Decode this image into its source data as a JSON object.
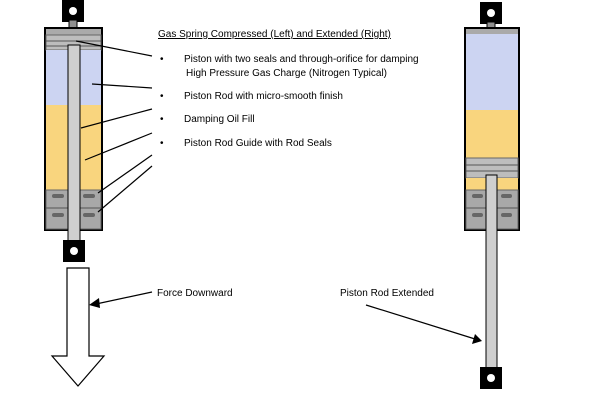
{
  "title": "Gas Spring Compressed (Left) and Extended (Right)",
  "bullet_glyph": "•",
  "labels": {
    "piston_line1": "Piston with two seals and through-orifice for damping",
    "piston_line2": "High Pressure Gas Charge (Nitrogen Typical)",
    "rod": "Piston Rod with micro-smooth finish",
    "oil": "Damping Oil Fill",
    "guide": "Piston Rod Guide with Rod Seals",
    "force": "Force Downward",
    "extended": "Piston Rod Extended"
  },
  "colors": {
    "gas": "#CCD4F2",
    "oil": "#F9D57E",
    "steel": "#C8C8C8",
    "steel_dark": "#8A8A8A",
    "outline": "#000000"
  }
}
